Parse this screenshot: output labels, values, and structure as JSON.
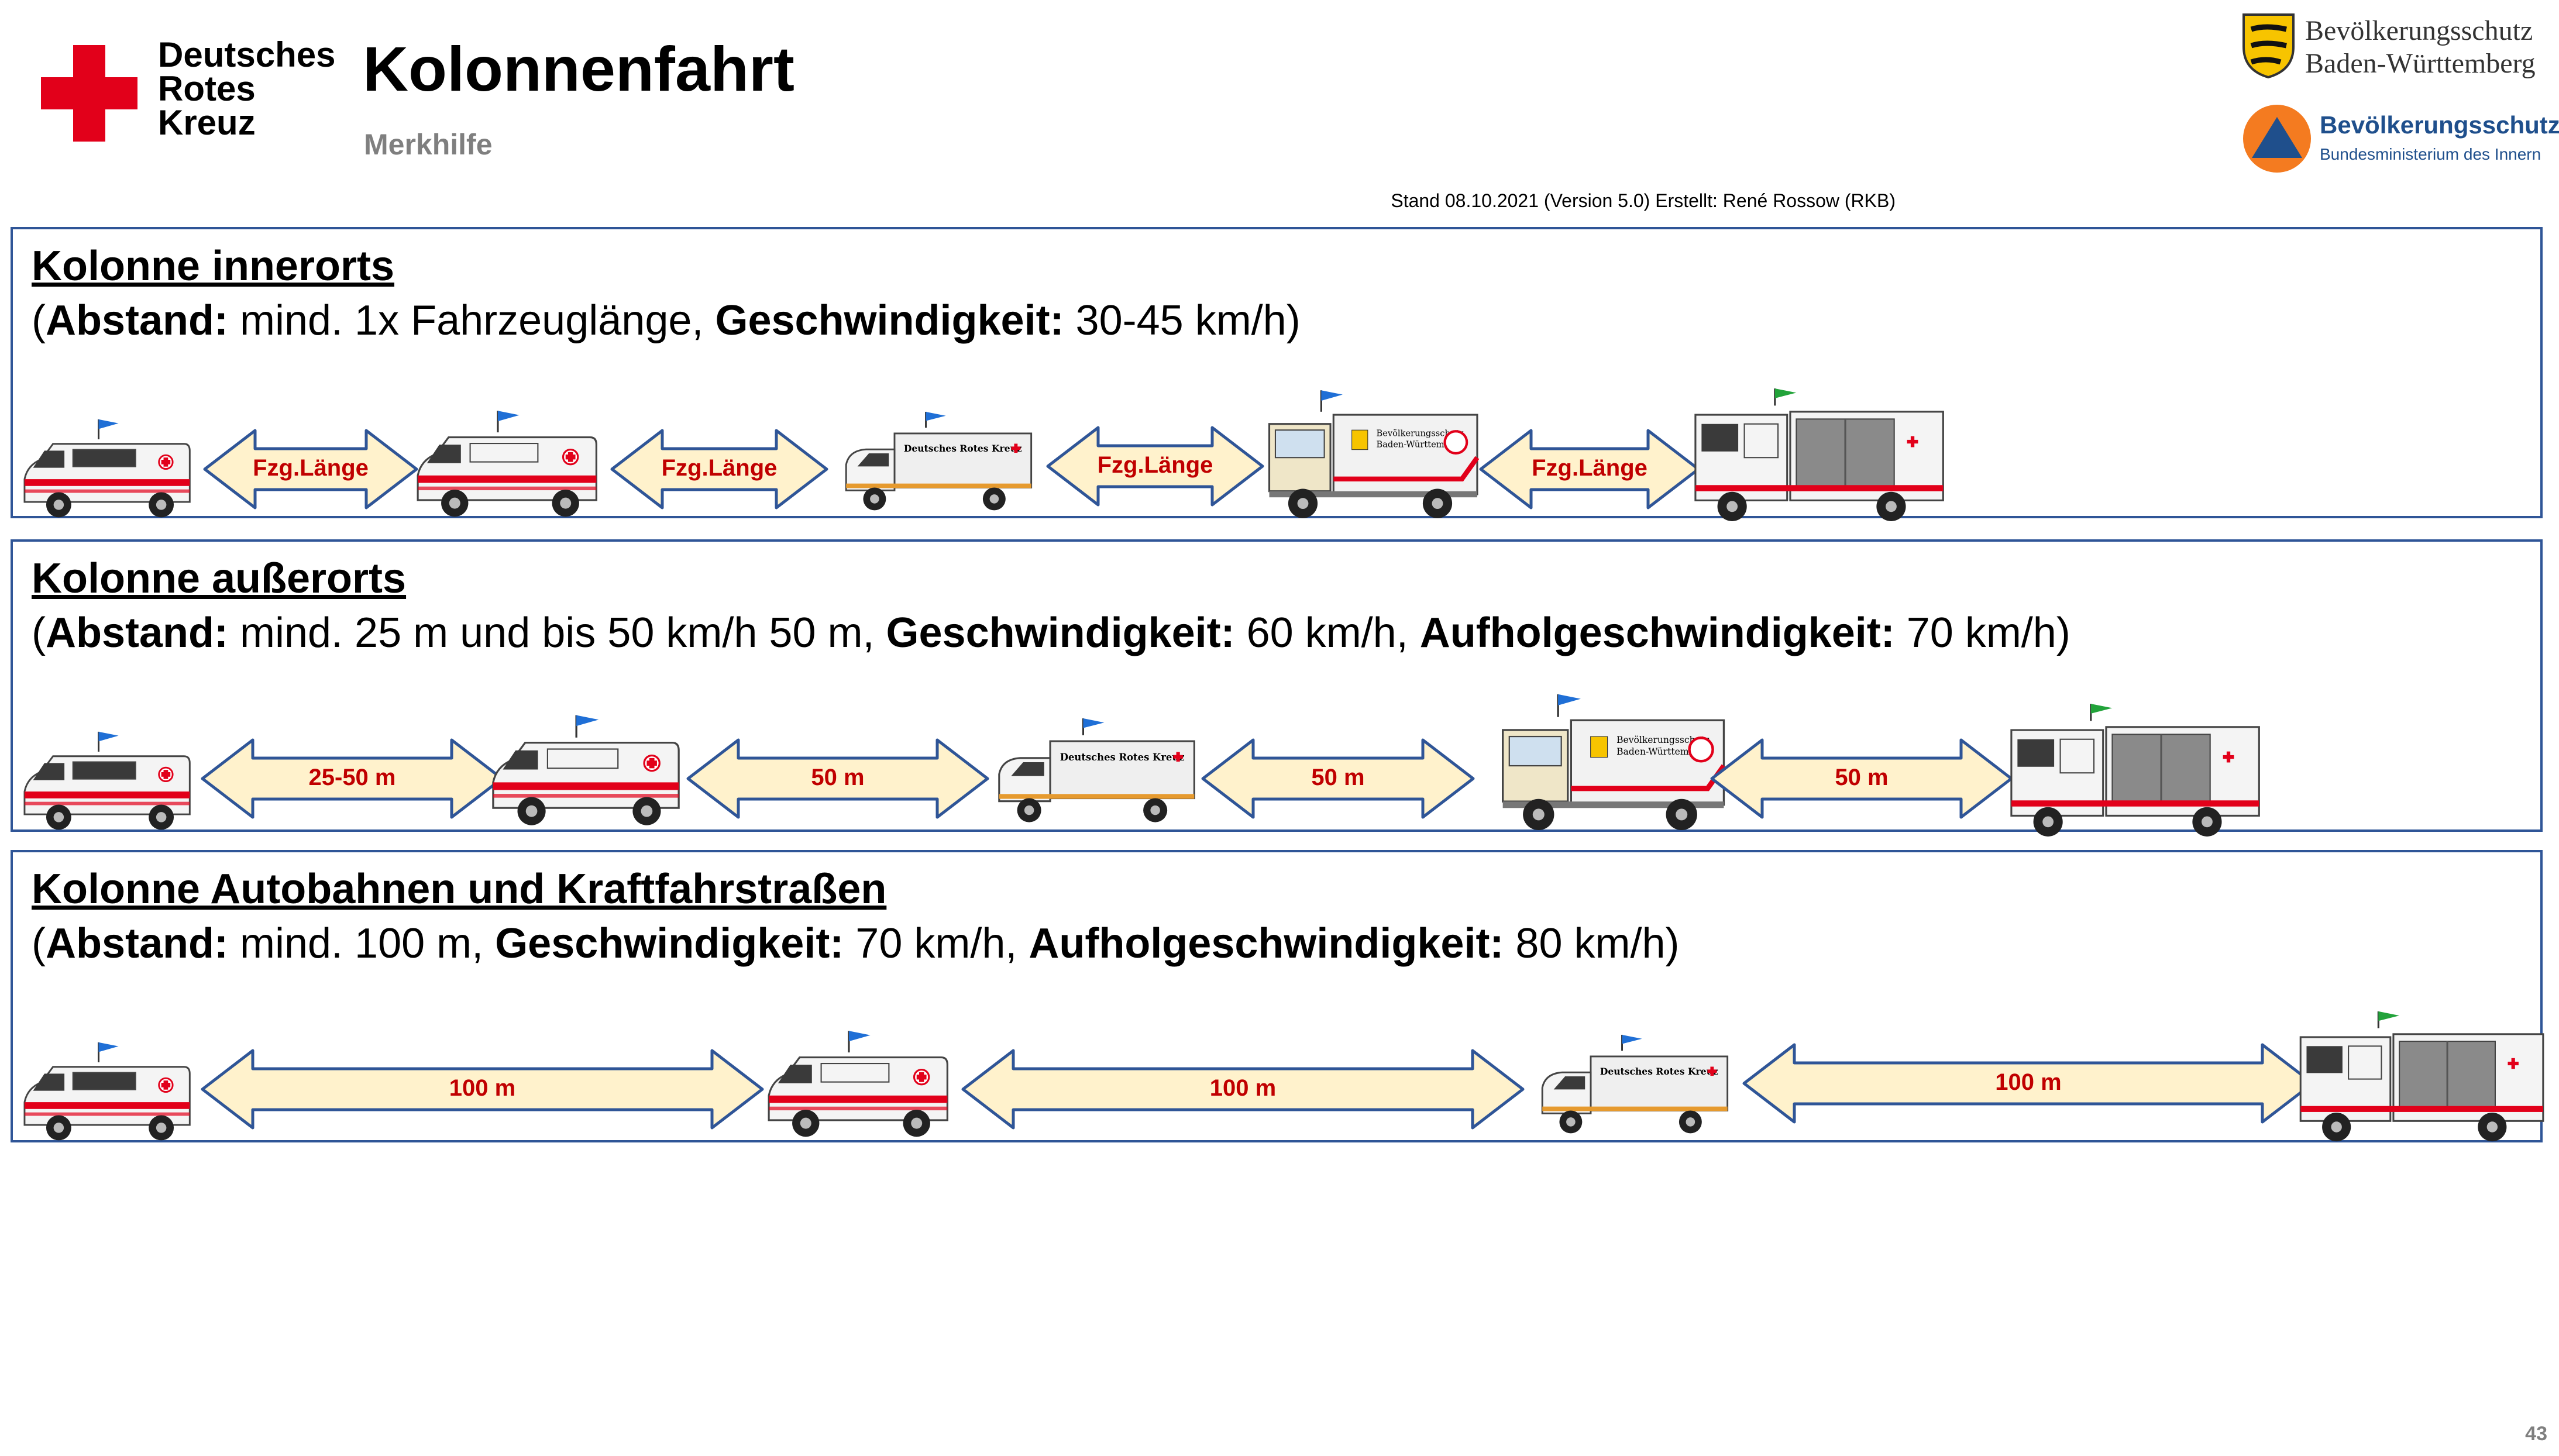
{
  "header": {
    "org_name_line1": "Deutsches",
    "org_name_line2": "Rotes",
    "org_name_line3": "Kreuz",
    "title": "Kolonnenfahrt",
    "subtitle": "Merkhilfe",
    "version": "Stand 08.10.2021 (Version 5.0) Erstellt: René Rossow (RKB)",
    "bw_logo_line1": "Bevölkerungsschutz",
    "bw_logo_line2": "Baden-Württemberg",
    "bbk_logo_line1": "Bevölkerungsschutz",
    "bbk_logo_line2": "Bundesministerium des Innern"
  },
  "sections": [
    {
      "heading": "Kolonne innerorts",
      "open": "(",
      "abstand_label": "Abstand:",
      "abstand_value": " mind. 1x Fahrzeuglänge, ",
      "speed_label": "Geschwindigkeit:",
      "speed_value": " 30-45 km/h)",
      "gaps": [
        "Fzg.Länge",
        "Fzg.Länge",
        "Fzg.Länge",
        "Fzg.Länge"
      ]
    },
    {
      "heading": "Kolonne außerorts",
      "open": "(",
      "abstand_label": "Abstand:",
      "abstand_value": " mind. 25 m und bis 50 km/h 50 m, ",
      "speed_label": "Geschwindigkeit:",
      "speed_value": " 60 km/h, ",
      "catchup_label": "Aufholgeschwindigkeit:",
      "catchup_value": " 70 km/h)",
      "gaps": [
        "25-50 m",
        "50 m",
        "50 m",
        "50 m"
      ]
    },
    {
      "heading": "Kolonne Autobahnen und Kraftfahrstraßen",
      "open": "(",
      "abstand_label": "Abstand:",
      "abstand_value": " mind. 100 m, ",
      "speed_label": "Geschwindigkeit:",
      "speed_value": " 70 km/h, ",
      "catchup_label": "Aufholgeschwindigkeit:",
      "catchup_value": " 80 km/h)",
      "gaps": [
        "100 m",
        "100 m",
        "100 m"
      ]
    }
  ],
  "vehicle_box_text": "Deutsches Rotes Kreuz",
  "bw_box_text": "Bevölkerungsschutz Baden-Württemberg",
  "page_number": "43",
  "colors": {
    "drk_red": "#e2001a",
    "section_border": "#2f5597",
    "arrow_fill": "#fff2cc",
    "arrow_stroke": "#2f5597",
    "arrow_text": "#c00000",
    "flag_blue": "#1f6fd6",
    "flag_green": "#22a33a"
  }
}
